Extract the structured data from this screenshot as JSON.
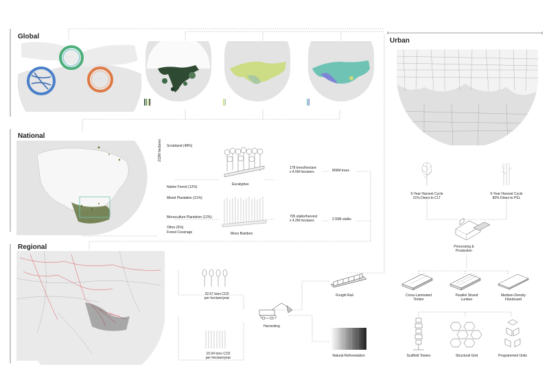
{
  "sections": {
    "global": "Global",
    "national": "National",
    "regional": "Regional",
    "urban": "Urban"
  },
  "national": {
    "side_label": "212M hectares",
    "coverage": [
      "Scrubland (48%)",
      "Native Forest (12%)",
      "Mixed Plantation (21%)",
      "Monoculture Plantation (12%)",
      "Other (6%)",
      "Forest Coverage"
    ],
    "eucalyptus": {
      "name": "Eucalyptus",
      "density": "178 trees/hectare",
      "area": "x 4.5M hectares",
      "total": "809M trees"
    },
    "bamboo": {
      "name": "Moso Bamboo",
      "density": "705 stalks/harvest",
      "area": "x 4.2M hectares",
      "total": "2.9SB stalks"
    }
  },
  "regional": {
    "co2_trees": [
      "32.67 tons CO2",
      "per hectare/year"
    ],
    "co2_bamboo": [
      "10.94 tons CO2",
      "per hectare/year"
    ],
    "harvesting": "Harvesting",
    "freight_rail": "Freight Rail",
    "natural_reforestation": "Natural Reforestation"
  },
  "urban": {
    "cycle_left": [
      "5-Year Harvest Cycle",
      "21% Direct to CLT"
    ],
    "cycle_right": [
      "5-Year Harvest Cycle",
      "80% Direct to PSL"
    ],
    "processing": [
      "Processing &",
      "Production"
    ],
    "products": [
      [
        "Cross-Laminated",
        "Timber"
      ],
      [
        "Parallel Strand",
        "Lumber"
      ],
      [
        "Medium-Density",
        "Fiberboard"
      ]
    ],
    "uses": [
      "Scaffold Towers",
      "Structural Grid",
      "Programmed Units"
    ]
  },
  "colors": {
    "ring_blue": "#4a7fc9",
    "ring_green": "#4cae7a",
    "ring_orange": "#e07a45",
    "forest_dark": "#2f4a33",
    "forest_light": "#c9dc7a",
    "teal": "#6fc3b4",
    "road_red": "#d9343a",
    "grey_land": "#dcdcdc"
  }
}
